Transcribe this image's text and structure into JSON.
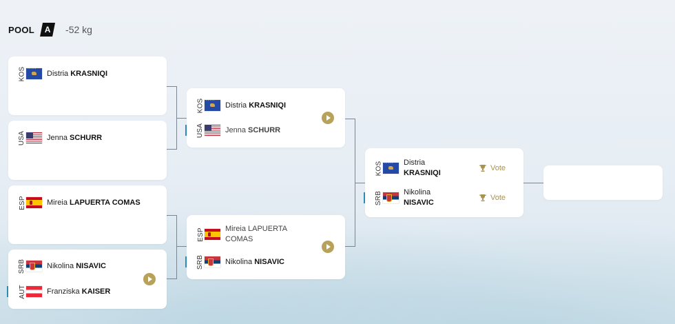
{
  "pool": {
    "label": "POOL",
    "letter": "A",
    "weight": "-52 kg"
  },
  "round1": [
    {
      "top": {
        "code": "KOS",
        "flag": "kosovo-flag",
        "first": "Distria",
        "last": "KRASNIQI"
      },
      "bottom": null
    },
    {
      "top": {
        "code": "USA",
        "flag": "usa-flag",
        "first": "Jenna",
        "last": "SCHURR"
      },
      "bottom": null
    },
    {
      "top": {
        "code": "ESP",
        "flag": "spain-flag",
        "first": "Mireia",
        "last": "LAPUERTA COMAS"
      },
      "bottom": null
    },
    {
      "top": {
        "code": "SRB",
        "flag": "serbia-flag",
        "first": "Nikolina",
        "last": "NISAVIC"
      },
      "bottom": {
        "code": "AUT",
        "flag": "austria-flag",
        "first": "Franziska",
        "last": "KAISER"
      }
    }
  ],
  "round2": [
    {
      "top": {
        "code": "KOS",
        "first": "Distria",
        "last": "KRASNIQI"
      },
      "bottom": {
        "code": "USA",
        "first": "Jenna",
        "last": "SCHURR"
      }
    },
    {
      "top": {
        "code": "ESP",
        "first": "Mireia",
        "last": "LAPUERTA",
        "last2": "COMAS"
      },
      "bottom": {
        "code": "SRB",
        "first": "Nikolina",
        "last": "NISAVIC"
      }
    }
  ],
  "final": {
    "top": {
      "code": "KOS",
      "first": "Distria",
      "last": "KRASNIQI",
      "vote": "Vote"
    },
    "bottom": {
      "code": "SRB",
      "first": "Nikolina",
      "last": "NISAVIC",
      "vote": "Vote"
    }
  },
  "colors": {
    "accent_gold": "#b8a15a",
    "indicator_blue": "#2b8bb3",
    "connector": "#7a8591"
  }
}
